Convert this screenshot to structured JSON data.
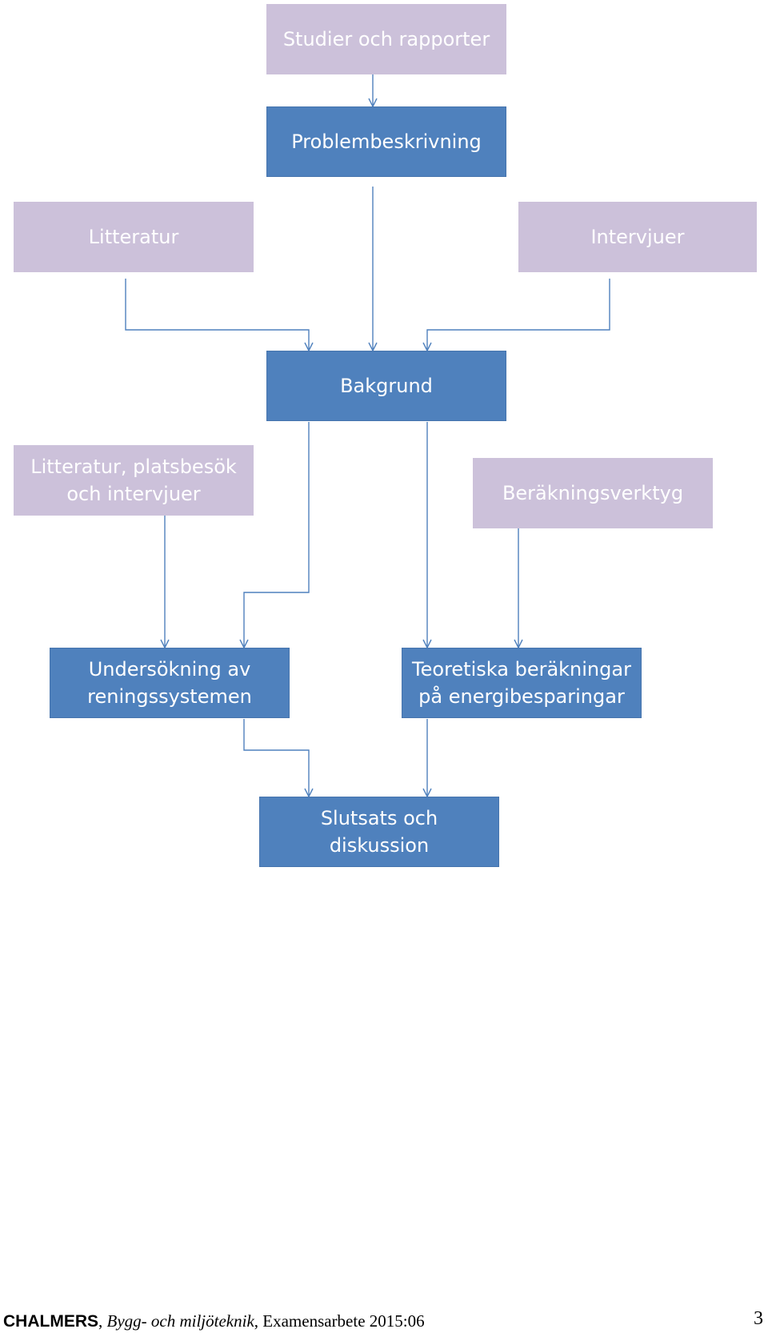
{
  "diagram": {
    "nodes": {
      "studier": "Studier och rapporter",
      "problem": "Problembeskrivning",
      "litteratur": "Litteratur",
      "intervjuer": "Intervjuer",
      "bakgrund": "Bakgrund",
      "litteratur_plats": "Litteratur, platsbesök\noch intervjuer",
      "berakning_verktyg": "Beräkningsverktyg",
      "undersokning": "Undersökning av\nreningssystemen",
      "teoretiska": "Teoretiska beräkningar\npå energibesparingar",
      "slutsats": "Slutsats och\ndiskussion"
    },
    "edges": [
      [
        "studier",
        "problem"
      ],
      [
        "problem",
        "bakgrund"
      ],
      [
        "litteratur",
        "bakgrund"
      ],
      [
        "intervjuer",
        "bakgrund"
      ],
      [
        "bakgrund",
        "undersokning"
      ],
      [
        "bakgrund",
        "teoretiska"
      ],
      [
        "litteratur_plats",
        "undersokning"
      ],
      [
        "berakning_verktyg",
        "teoretiska"
      ],
      [
        "undersokning",
        "slutsats"
      ],
      [
        "teoretiska",
        "slutsats"
      ]
    ],
    "colors": {
      "source_fill": "#ccc1da",
      "step_fill": "#4f81bd",
      "connector": "#4f81bd"
    }
  },
  "footer": {
    "org": "CHALMERS",
    "sep1": ", ",
    "dept": "Bygg- och miljöteknik",
    "sep2": ", ",
    "thesis": "Examensarbete 2015:06",
    "page": "3"
  }
}
